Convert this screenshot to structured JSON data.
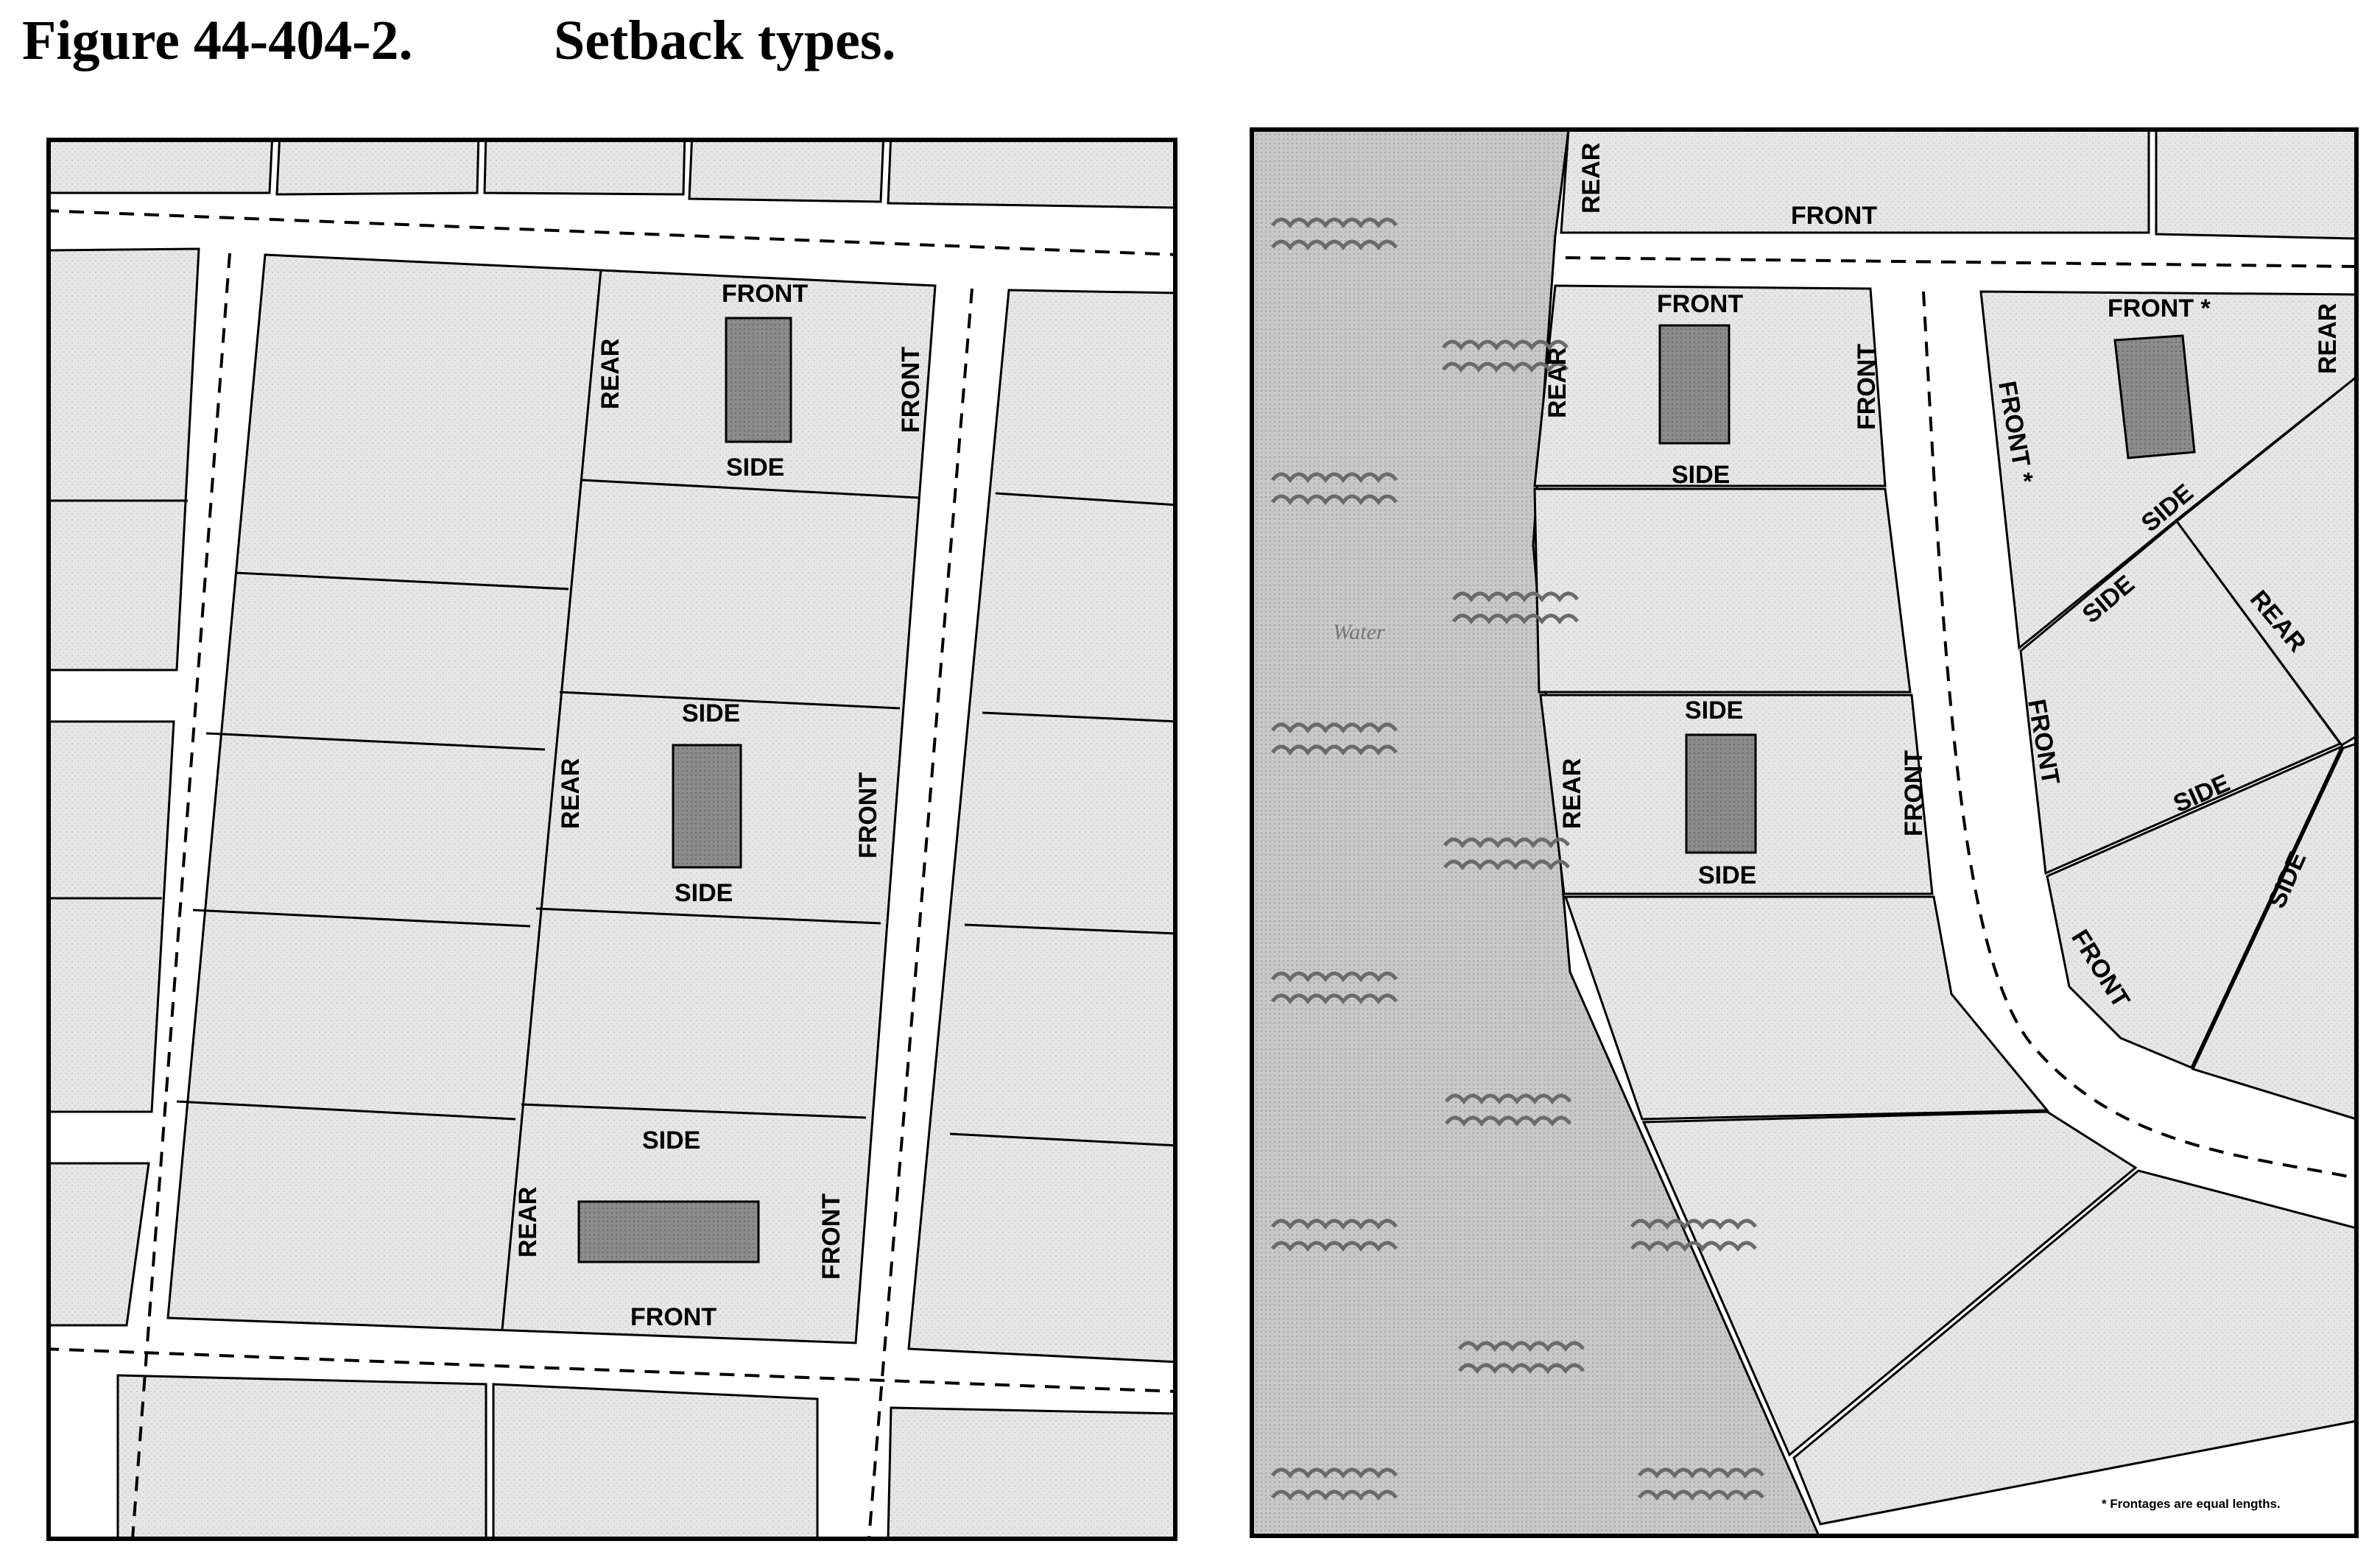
{
  "figure": {
    "number": "Figure 44-404-2.",
    "title": "Setback types."
  },
  "labels": {
    "front": "FRONT",
    "side": "SIDE",
    "rear": "REAR",
    "front_star": "FRONT *",
    "water": "Water"
  },
  "note": "* Frontages are equal lengths.",
  "colors": {
    "lot_fill": "#e8e8e8",
    "street_fill": "#ffffff",
    "building_fill": "#8f8f8f",
    "water_fill": "#c9c9c9",
    "line": "#000000"
  }
}
